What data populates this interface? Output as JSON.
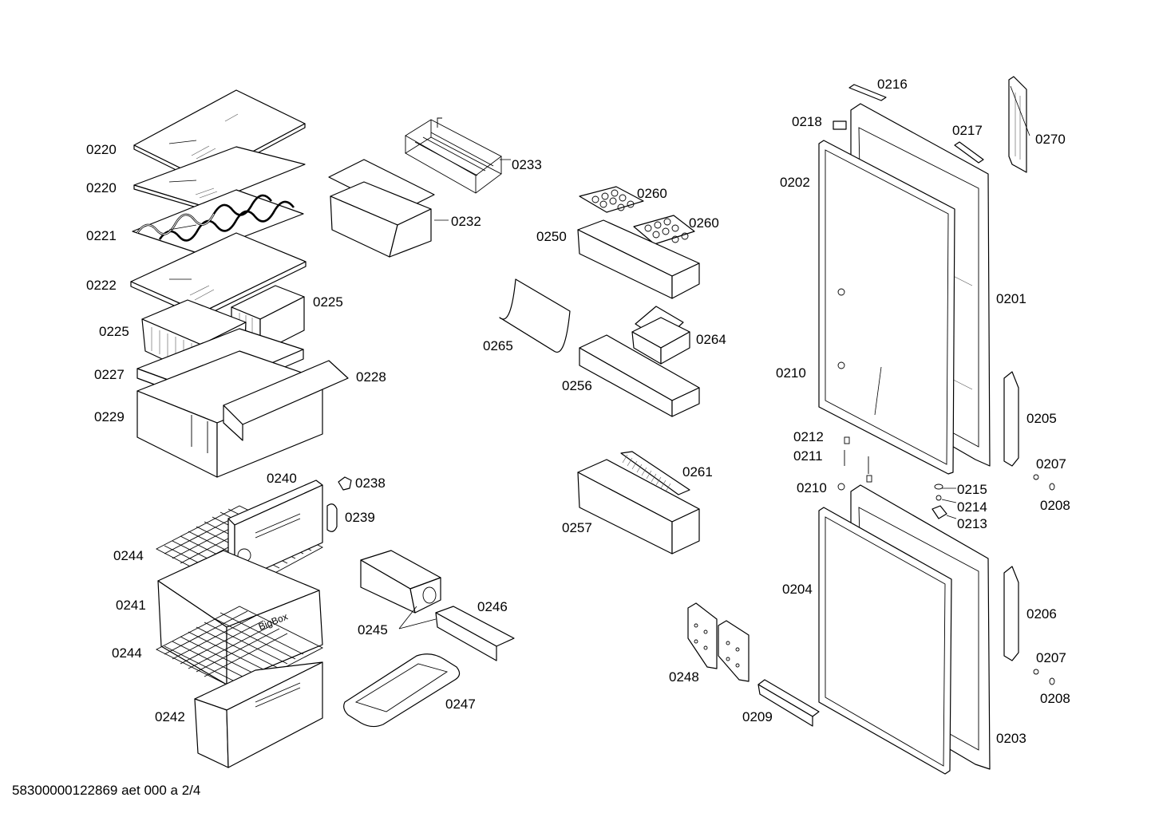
{
  "diagram": {
    "labels": {
      "p0220a": "0220",
      "p0220b": "0220",
      "p0221": "0221",
      "p0222": "0222",
      "p0225a": "0225",
      "p0225b": "0225",
      "p0227": "0227",
      "p0228": "0228",
      "p0229": "0229",
      "p0233": "0233",
      "p0232": "0232",
      "p0260a": "0260",
      "p0260b": "0260",
      "p0250": "0250",
      "p0265": "0265",
      "p0264": "0264",
      "p0256": "0256",
      "p0261": "0261",
      "p0257": "0257",
      "p0240": "0240",
      "p0238": "0238",
      "p0239": "0239",
      "p0244a": "0244",
      "p0241": "0241",
      "p0244b": "0244",
      "p0242": "0242",
      "p0245": "0245",
      "p0246": "0246",
      "p0247": "0247",
      "p0248": "0248",
      "p0209": "0209",
      "p0216": "0216",
      "p0218": "0218",
      "p0217": "0217",
      "p0270": "0270",
      "p0202": "0202",
      "p0201": "0201",
      "p0210a": "0210",
      "p0205": "0205",
      "p0212": "0212",
      "p0211": "0211",
      "p0207a": "0207",
      "p0210b": "0210",
      "p0215": "0215",
      "p0214": "0214",
      "p0208a": "0208",
      "p0213": "0213",
      "p0204": "0204",
      "p0206": "0206",
      "p0207b": "0207",
      "p0208b": "0208",
      "p0203": "0203"
    },
    "drawer_text": "BigBox",
    "footer": "58300000122869 aet 000 a 2/4"
  }
}
